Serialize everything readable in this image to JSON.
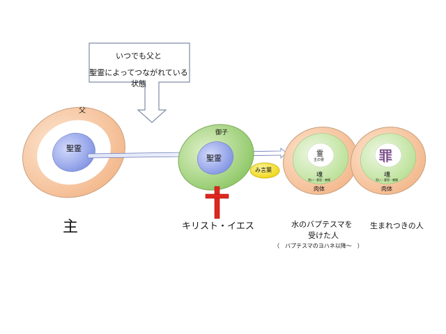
{
  "callout": {
    "line1": "いつでも父と",
    "line2": "聖霊によってつながれている状態"
  },
  "father": {
    "ring_label": "父",
    "core_label": "聖霊",
    "caption": "主"
  },
  "son": {
    "ring_label": "御子",
    "core_label": "聖霊",
    "caption": "キリスト・イエス",
    "word_badge": "み言葉"
  },
  "baptized": {
    "spirit": "霊",
    "spirit_sub": "主の霊",
    "soul": "魂",
    "soul_sub": "思い・意思・感情",
    "body": "肉体",
    "caption_line1": "水のバプテスマを",
    "caption_line2": "受けた人",
    "caption_note": "（　バプテスマのヨハネ以降～　）"
  },
  "natural": {
    "sin": "罪",
    "soul": "魂",
    "soul_sub": "思い・意思・感情",
    "body": "肉体",
    "caption": "生まれつきの人"
  },
  "colors": {
    "outer_ring": "#f6c8a2",
    "core_blue": "#8fa0e8",
    "son_green": "#9fd27a",
    "cross_red": "#e0261e",
    "badge_yellow": "#f5e21e",
    "soul_green": "#c6e6a6",
    "sin_purple": "#6b3f7a"
  }
}
